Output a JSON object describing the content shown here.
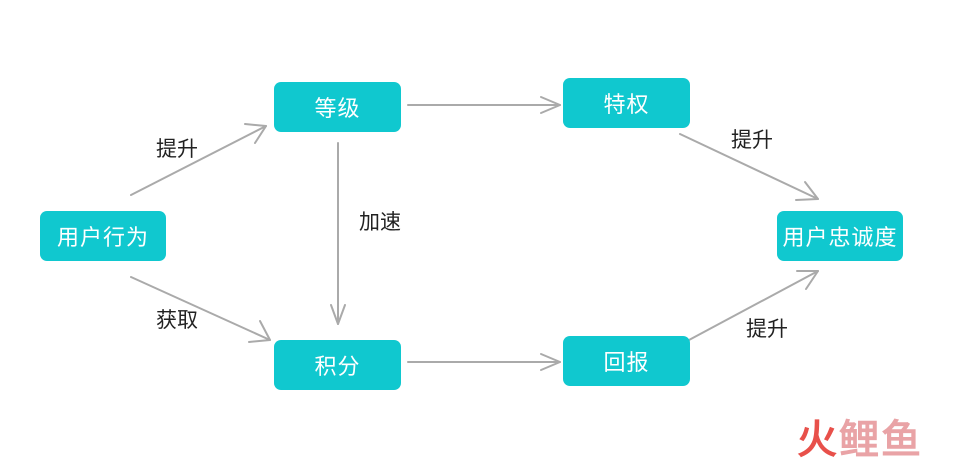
{
  "nodes": {
    "user_behavior": "用户行为",
    "level": "等级",
    "points": "积分",
    "privilege": "特权",
    "reward": "回报",
    "loyalty": "用户忠诚度"
  },
  "edge_labels": {
    "behavior_to_level": "提升",
    "behavior_to_points": "获取",
    "level_to_points": "加速",
    "privilege_to_loyalty": "提升",
    "reward_to_loyalty": "提升"
  },
  "watermark": {
    "fire": "火",
    "carp": "鲤鱼"
  },
  "colors": {
    "node_fill": "#10c8cf",
    "node_text": "#ffffff",
    "arrow": "#aaaaaa",
    "label_text": "#222222",
    "watermark_red": "#e8504a",
    "watermark_pink": "#e9a3a6"
  }
}
